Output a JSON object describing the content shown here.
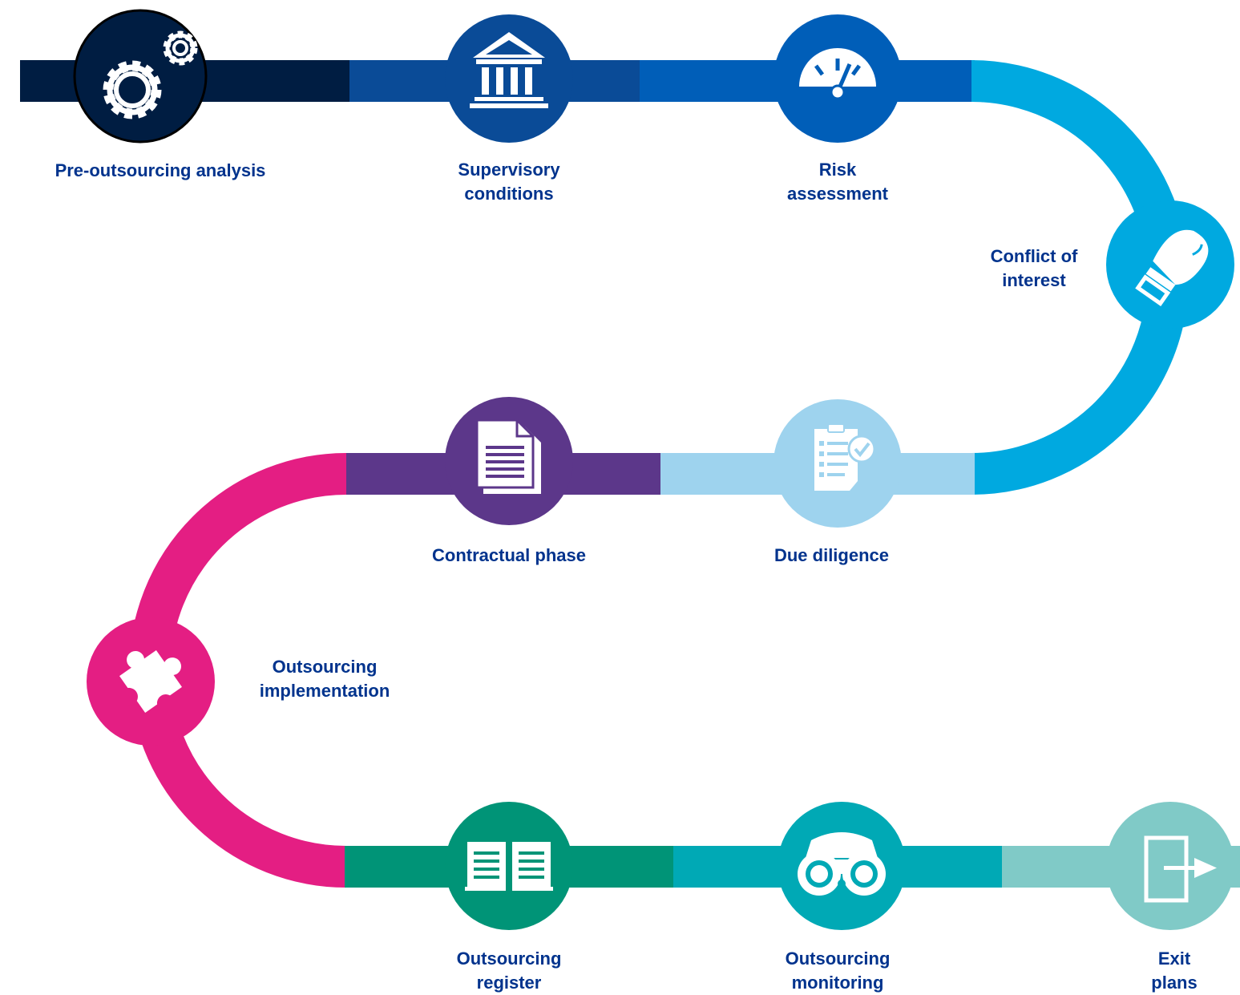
{
  "diagram": {
    "type": "process-roadmap",
    "colors": {
      "navy": "#001d42",
      "dark_blue": "#00338d",
      "blue": "#005eb8",
      "mid_blue": "#0a4b97",
      "cyan": "#00a9e0",
      "light_blue": "#9ed3ee",
      "purple": "#5c378a",
      "pink": "#e41e83",
      "green": "#009477",
      "teal": "#00a9b5",
      "light_teal": "#80cac7",
      "label_text": "#00338d"
    },
    "steps": [
      {
        "id": "pre-outsourcing-analysis",
        "label": [
          "Pre-outsourcing analysis"
        ],
        "icon": "gears-icon",
        "color": "#001d42"
      },
      {
        "id": "supervisory-conditions",
        "label": [
          "Supervisory",
          "conditions"
        ],
        "icon": "building-icon",
        "color": "#0a4b97"
      },
      {
        "id": "risk-assessment",
        "label": [
          "Risk",
          "assessment"
        ],
        "icon": "gauge-icon",
        "color": "#005eb8"
      },
      {
        "id": "conflict-of-interest",
        "label": [
          "Conflict of",
          "interest"
        ],
        "icon": "boxing-glove-icon",
        "color": "#00a9e0"
      },
      {
        "id": "due-diligence",
        "label": [
          "Due diligence"
        ],
        "icon": "checklist-icon",
        "color": "#9ed3ee"
      },
      {
        "id": "contractual-phase",
        "label": [
          "Contractual phase"
        ],
        "icon": "document-icon",
        "color": "#5c378a"
      },
      {
        "id": "outsourcing-implementation",
        "label": [
          "Outsourcing",
          "implementation"
        ],
        "icon": "puzzle-icon",
        "color": "#e41e83"
      },
      {
        "id": "outsourcing-register",
        "label": [
          "Outsourcing",
          "register"
        ],
        "icon": "book-icon",
        "color": "#009477"
      },
      {
        "id": "outsourcing-monitoring",
        "label": [
          "Outsourcing",
          "monitoring"
        ],
        "icon": "binoculars-icon",
        "color": "#00a9b5"
      },
      {
        "id": "exit-plans",
        "label": [
          "Exit",
          "plans"
        ],
        "icon": "exit-icon",
        "color": "#80cac7"
      }
    ]
  }
}
